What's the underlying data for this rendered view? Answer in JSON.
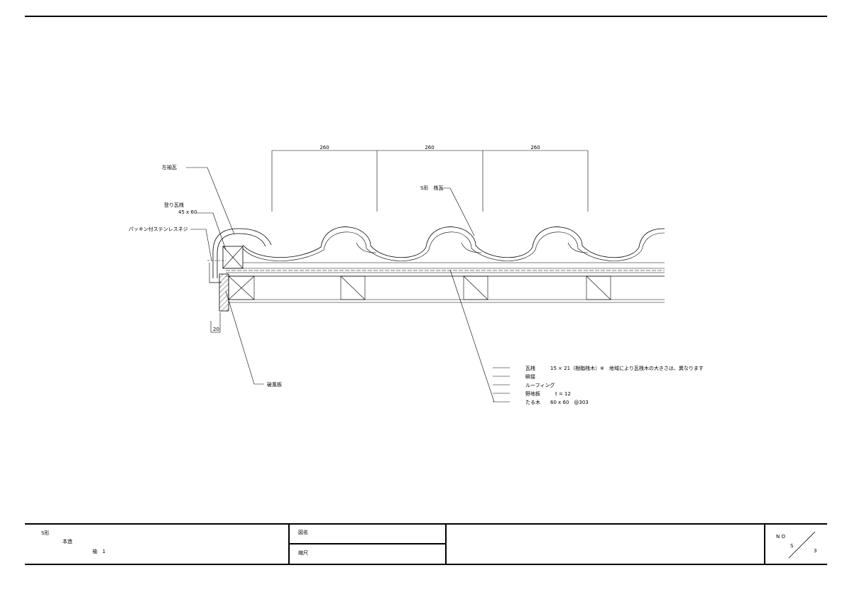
{
  "drawing": {
    "dimensions": [
      "260",
      "260",
      "260"
    ],
    "labels": {
      "sodegawara": "左袖瓦",
      "noborigawarazan": "登り瓦桟",
      "noborigawarazan_size": "45 x 60",
      "screw": "パッキン付ステンレスネジ",
      "s_tile": "S形　桟瓦",
      "hafuita": "破風板",
      "gap_dim": "20"
    },
    "material_notes": [
      "瓦桟　　　15 × 21（樹脂桟木）※　地域により瓦桟木の大きさは、異なります",
      "瞬接",
      "ルーフィング",
      "野地板　　　t = 12",
      "たる木　　60 x 60　@303"
    ]
  },
  "title_block": {
    "type_line1": "S形",
    "type_line2": "本造",
    "type_line3": "袖　1",
    "drawing_name_label": "図名",
    "scale_label": "縮尺",
    "no_label": "N O",
    "sheet_s": "S",
    "sheet_num": "3"
  }
}
